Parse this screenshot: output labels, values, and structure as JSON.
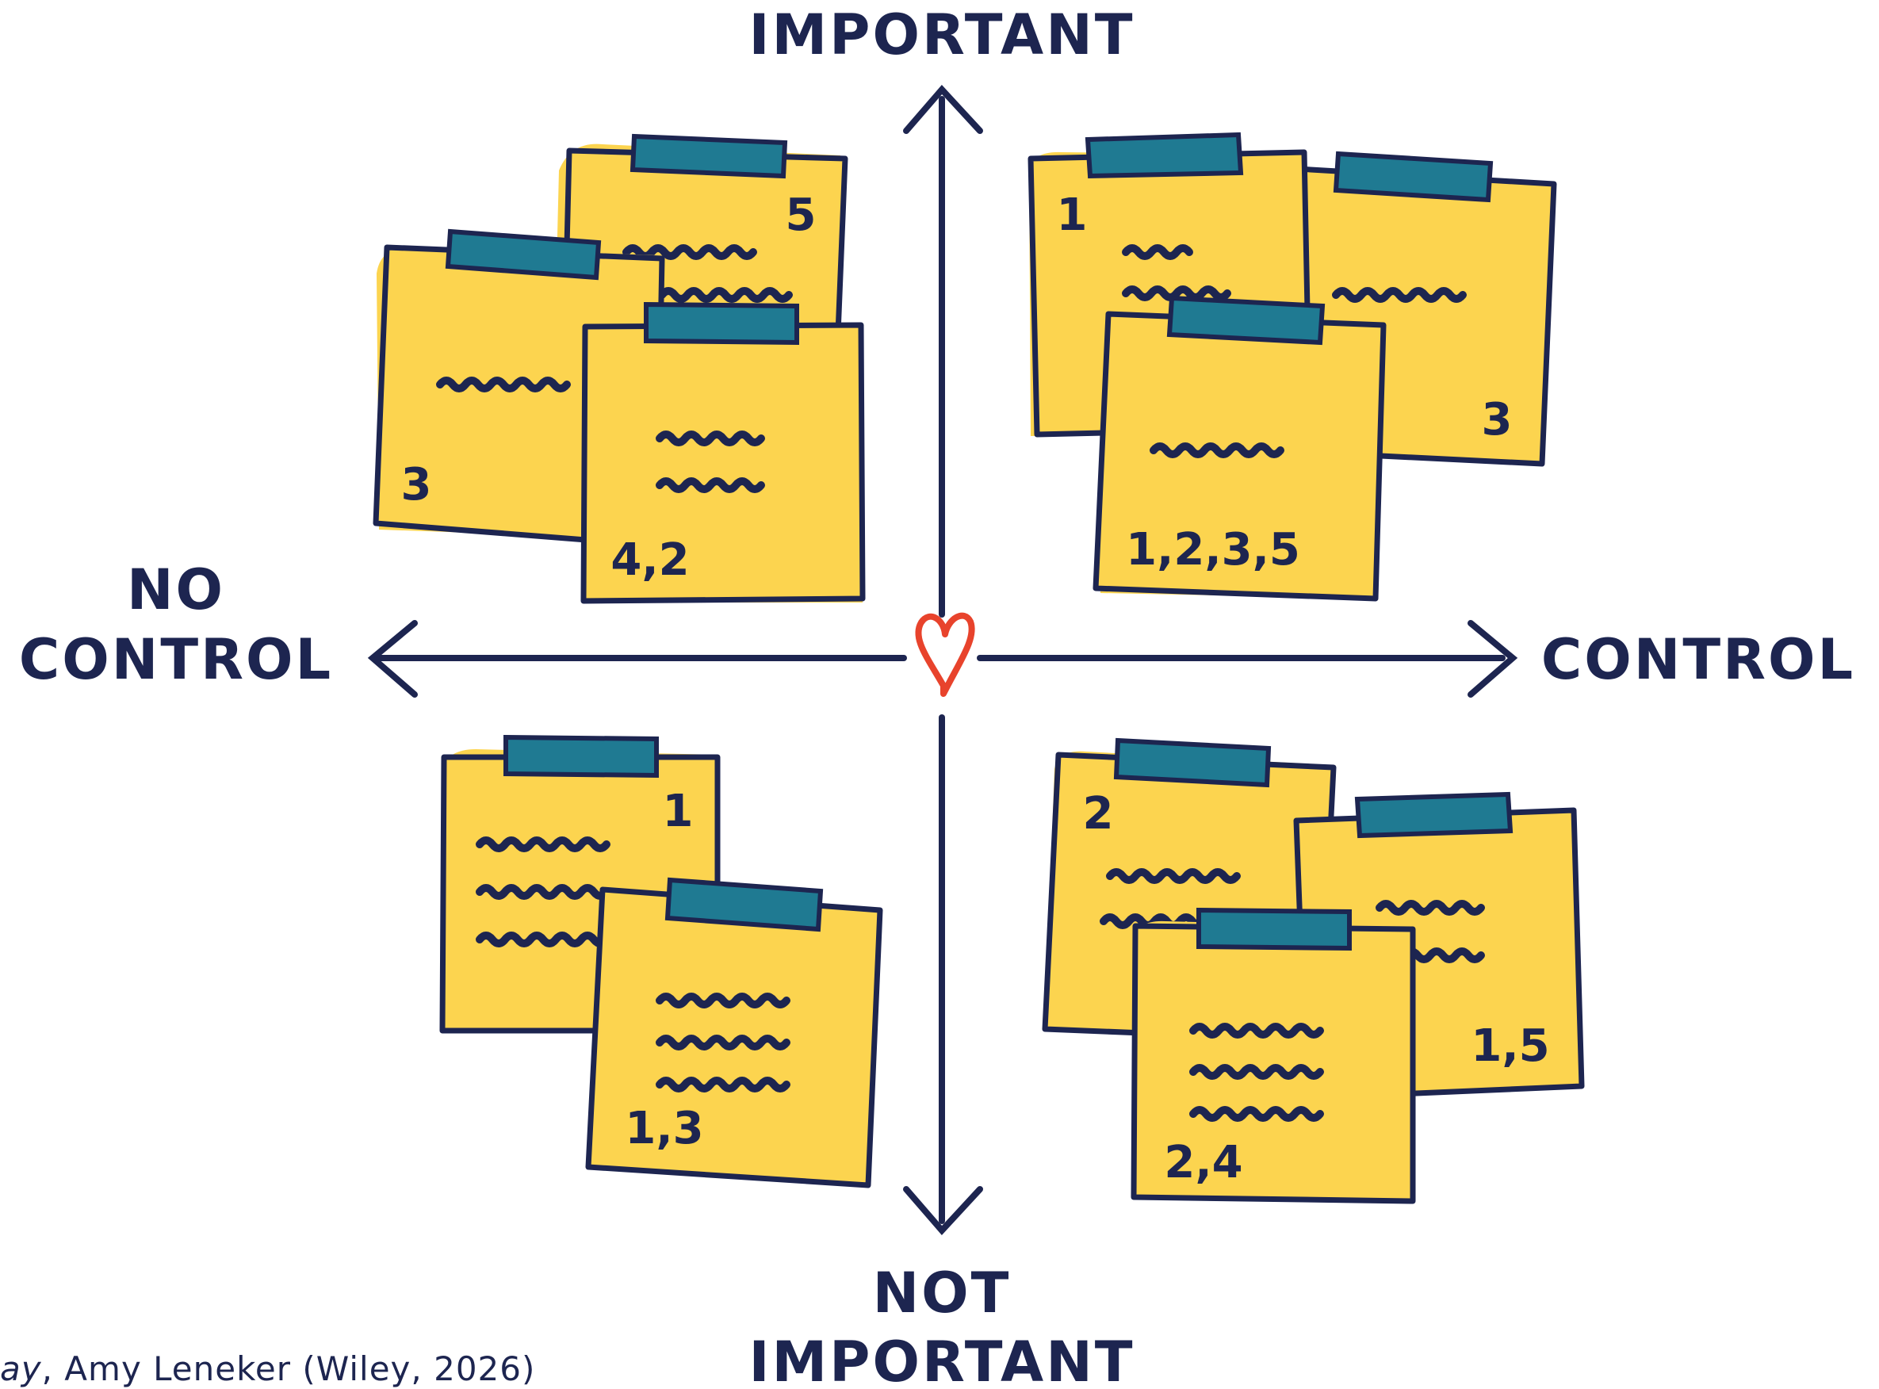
{
  "labels": {
    "top": "IMPORTANT",
    "bottom_line1": "NOT",
    "bottom_line2": "IMPORTANT",
    "left_line1": "NO",
    "left_line2": "CONTROL",
    "right": "CONTROL"
  },
  "credit": {
    "title_fragment": "ay",
    "rest": ", Amy Leneker (Wiley, 2026)"
  },
  "quadrants": {
    "top_left": {
      "notes": [
        "5",
        "3",
        "4,2"
      ]
    },
    "top_right": {
      "notes": [
        "1",
        "3",
        "1,2,3,5"
      ]
    },
    "bottom_left": {
      "notes": [
        "1",
        "1,3"
      ]
    },
    "bottom_right": {
      "notes": [
        "2",
        "1,5",
        "2,4"
      ]
    }
  },
  "colors": {
    "ink": "#1d2550",
    "note": "#fcd44f",
    "tape": "#1f7a92",
    "heart": "#e8432c"
  },
  "icons": {
    "center": "heart-icon"
  }
}
